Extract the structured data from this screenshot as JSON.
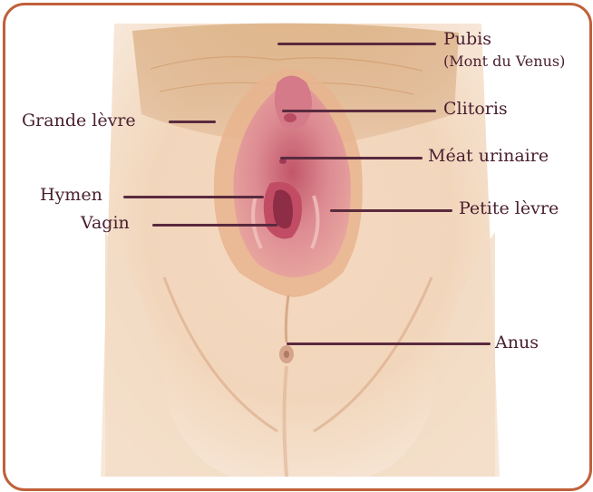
{
  "diagram": {
    "labels": {
      "pubis": "Pubis",
      "mont_du_venus": "(Mont du Venus)",
      "clitoris": "Clitoris",
      "grande_levre": "Grande lèvre",
      "meat_urinaire": "Méat urinaire",
      "hymen": "Hymen",
      "petite_levre": "Petite lèvre",
      "vagin": "Vagin",
      "anus": "Anus"
    },
    "colors": {
      "frame": "#c0603a",
      "leader": "#5a2a3e",
      "text": "#4a2030"
    }
  }
}
